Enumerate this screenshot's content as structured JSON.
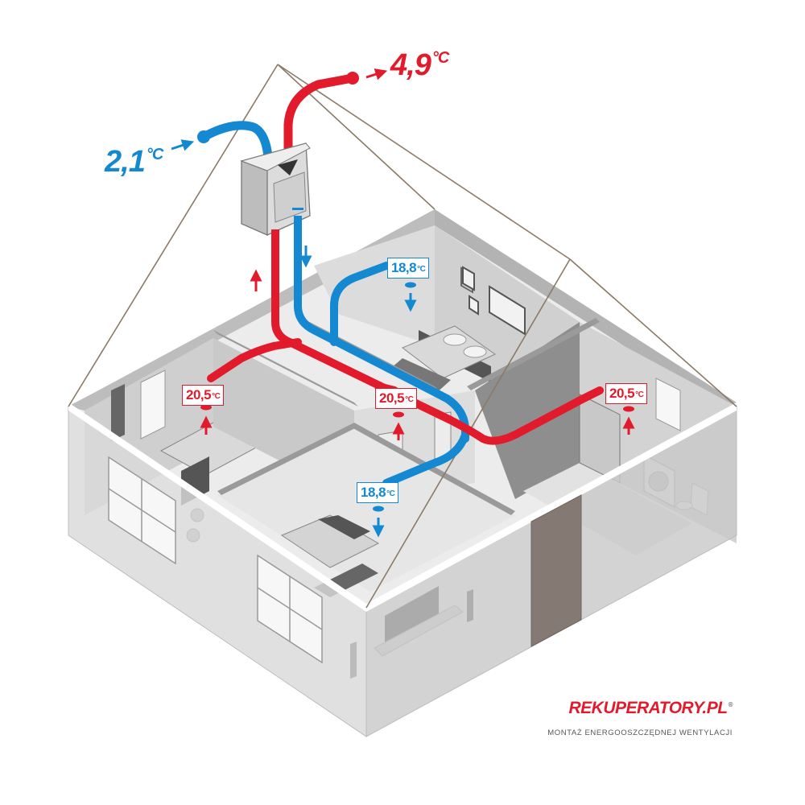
{
  "colors": {
    "supply": "#e21b2c",
    "extract": "#1488d0",
    "wall": "#d6d6d6",
    "floor": "#ececec",
    "roof_line": "#8a7a66"
  },
  "temperatures": {
    "outdoor_intake": {
      "value": "2,1",
      "unit": "°C"
    },
    "exhaust": {
      "value": "4,9",
      "unit": "°C"
    },
    "supply_left": {
      "value": "20,5",
      "unit": "°C"
    },
    "supply_center": {
      "value": "20,5",
      "unit": "°C"
    },
    "supply_right": {
      "value": "20,5",
      "unit": "°C"
    },
    "extract_bedroom": {
      "value": "18,8",
      "unit": "°C"
    },
    "extract_living": {
      "value": "18,8",
      "unit": "°C"
    }
  },
  "brand": {
    "name": "REKUPERATORY.PL",
    "registered": "®",
    "tagline": "MONTAŻ ENERGOOSZCZĘDNEJ WENTYLACJI"
  },
  "icons": {
    "recuperator": "recuperator-unit-icon",
    "supply_arrow": "arrow-up-icon",
    "extract_arrow": "arrow-down-icon"
  }
}
